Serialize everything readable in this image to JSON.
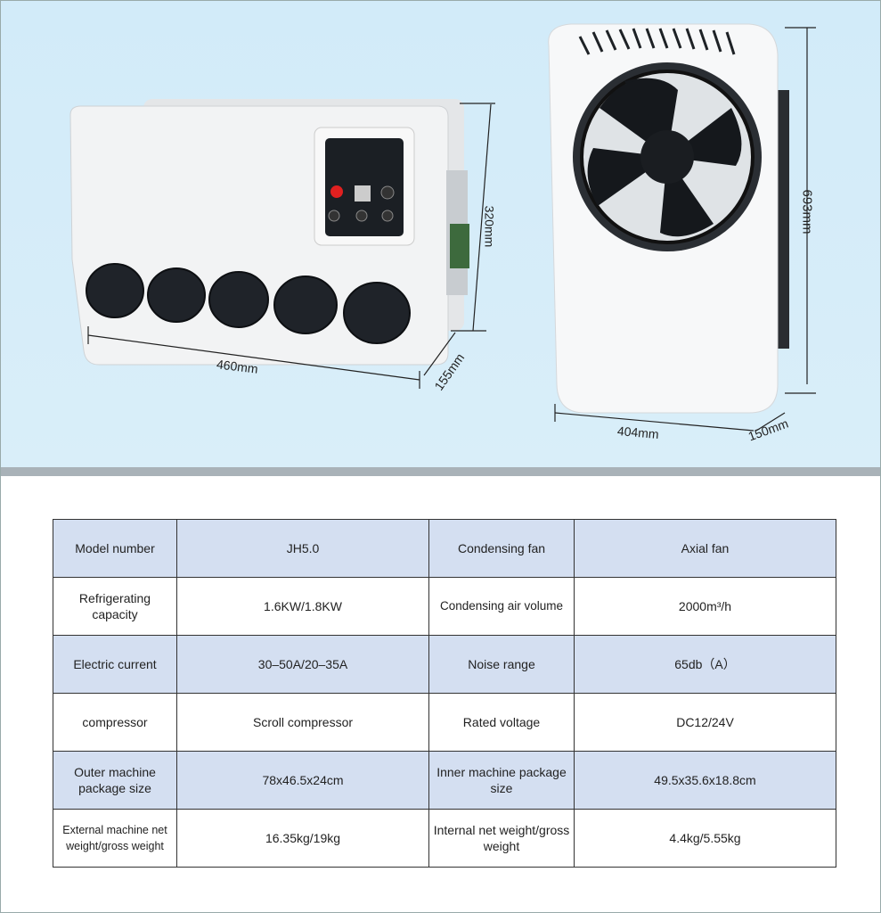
{
  "dimensions": {
    "indoor_width": "460mm",
    "indoor_height": "320mm",
    "indoor_depth": "155mm",
    "outdoor_width": "404mm",
    "outdoor_height": "693mm",
    "outdoor_depth": "150mm"
  },
  "colors": {
    "hero_background": "#d4ecf9",
    "shaded_row": "#d4dff1",
    "power_button": "#e02020"
  },
  "specs": [
    {
      "label1": "Model number",
      "value1": "JH5.0",
      "label2": "Condensing fan",
      "value2": "Axial fan"
    },
    {
      "label1": "Refrigerating capacity",
      "value1": "1.6KW/1.8KW",
      "label2": "Condensing air volume",
      "value2": "2000m³/h"
    },
    {
      "label1": "Electric current",
      "value1": "30–50A/20–35A",
      "label2": "Noise range",
      "value2": "65db（A）"
    },
    {
      "label1": "compressor",
      "value1": "Scroll compressor",
      "label2": "Rated voltage",
      "value2": "DC12/24V"
    },
    {
      "label1": "Outer machine package size",
      "value1": "78x46.5x24cm",
      "label2": "Inner machine package size",
      "value2": "49.5x35.6x18.8cm"
    },
    {
      "label1": "External machine net weight/gross weight",
      "value1": "16.35kg/19kg",
      "label2": "Internal net weight/gross weight",
      "value2": "4.4kg/5.55kg"
    }
  ]
}
